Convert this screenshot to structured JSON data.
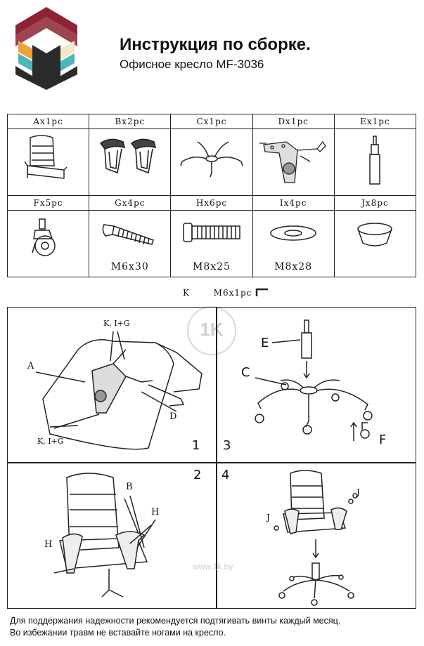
{
  "header": {
    "title": "Инструкция по сборке.",
    "subtitle": "Офисное кресло MF-3036"
  },
  "parts_row1": [
    {
      "label": "Ax1pc",
      "icon": "seat-back-icon"
    },
    {
      "label": "Bx2pc",
      "icon": "armrest-icon"
    },
    {
      "label": "Cx1pc",
      "icon": "star-base-icon"
    },
    {
      "label": "Dx1pc",
      "icon": "mechanism-icon"
    },
    {
      "label": "Ex1pc",
      "icon": "gas-lift-icon"
    }
  ],
  "parts_row2": [
    {
      "label": "Fx5pc",
      "icon": "caster-icon",
      "size": ""
    },
    {
      "label": "Gx4pc",
      "icon": "bolt-icon",
      "size": "M6x30"
    },
    {
      "label": "Hx6pc",
      "icon": "bolt-icon",
      "size": "M8x25"
    },
    {
      "label": "Ix4pc",
      "icon": "washer-icon",
      "size": "M8x28"
    },
    {
      "label": "Jx8pc",
      "icon": "cap-icon",
      "size": ""
    }
  ],
  "tool": {
    "letter": "K",
    "label": "M6x1pc"
  },
  "steps": {
    "step1": {
      "number": "1",
      "labels": {
        "a": "A",
        "kig_top": "K, I+G",
        "kig_bottom": "K, I+G",
        "d": "D"
      }
    },
    "step2": {
      "number": "2",
      "labels": {
        "b": "B",
        "h_right": "H",
        "h_left": "H"
      }
    },
    "step3": {
      "number": "3",
      "labels": {
        "e": "E",
        "c": "C",
        "f": "F"
      }
    },
    "step4": {
      "number": "4",
      "labels": {
        "j_right": "J",
        "j_left": "J"
      }
    }
  },
  "notes": [
    "Для поддержания надежности рекомендуется подтягивать винты каждый месяц.",
    "Во избежании травм не вставайте ногами на кресло."
  ],
  "watermark": {
    "badge": "1K",
    "site": "www.1k.by"
  },
  "colors": {
    "logo_dark": "#2b2b2b",
    "logo_red": "#8e2433",
    "logo_orange": "#f2a23a",
    "logo_teal": "#49b8b8",
    "logo_cream": "#f3e9c9"
  }
}
